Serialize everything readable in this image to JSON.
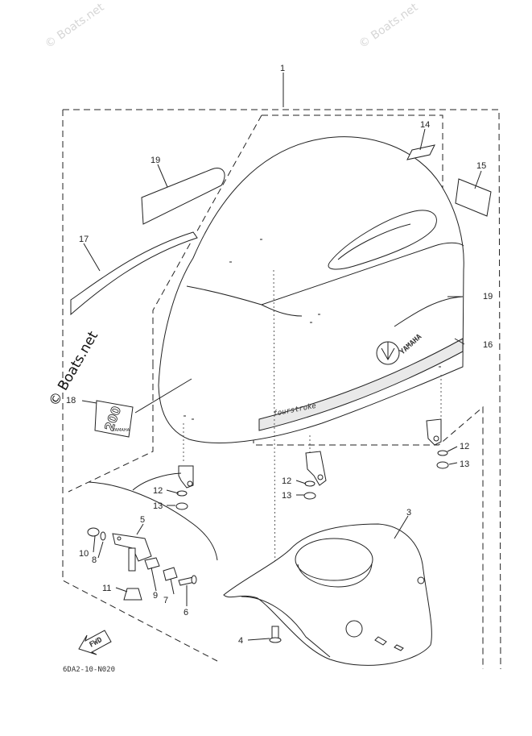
{
  "watermarks": [
    "© Boats.net",
    "© Boats.net"
  ],
  "side_watermark": "© Boats.net",
  "drawing_code": "6DA2-10-N020",
  "fwd_label": "FWD",
  "decal_model": "200",
  "decal_brand": "YAMAHA",
  "stripe_text": "fourstroke",
  "cowl_brand": "YAMAHA",
  "callouts": {
    "c1": "1",
    "c3": "3",
    "c4": "4",
    "c5": "5",
    "c6": "6",
    "c7": "7",
    "c8": "8",
    "c9": "9",
    "c10": "10",
    "c11": "11",
    "c12a": "12",
    "c12b": "12",
    "c12c": "12",
    "c13a": "13",
    "c13b": "13",
    "c13c": "13",
    "c14": "14",
    "c15": "15",
    "c16": "16",
    "c17": "17",
    "c18": "18",
    "c19a": "19",
    "c19b": "19"
  }
}
